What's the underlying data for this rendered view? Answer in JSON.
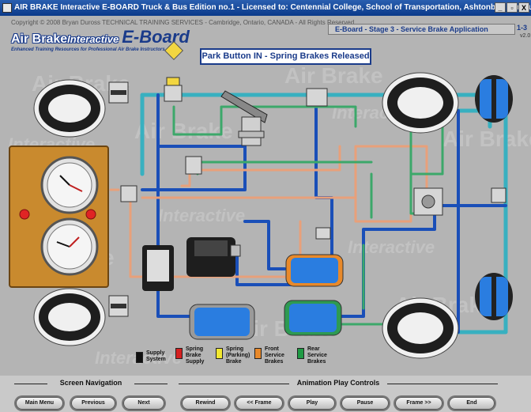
{
  "window": {
    "title": "AIR BRAKE Interactive E-BOARD Truck & Bus Edition no.1 - Licensed to: Centennial College, School of Transportation, Ashtonbee Campus, Toronto, Ontario, CANADA",
    "minimize": "_",
    "restore": "▫",
    "close": "X"
  },
  "header": {
    "copyright": "Copyright © 2008  Bryan Duross TECHNICAL TRAINING SERVICES - Cambridge, Ontario, CANADA - All Rights Reserved",
    "logo_air_brake": "Air Brake",
    "logo_interactive": "Interactive",
    "logo_eboard": "E-Board",
    "logo_tagline": "Enhanced Training Resources for Professional Air Brake Instructors",
    "stage_title": "E-Board - Stage 3 - Service Brake Application",
    "page_number": "1-3",
    "version": "v2.0",
    "status": "Park Button IN - Spring Brakes Released",
    "watermark_air_brake": "Air Brake",
    "watermark_interactive": "Interactive"
  },
  "legend": [
    {
      "label": "Supply\nSystem",
      "color": "#111111"
    },
    {
      "label": "Spring\nBrake\nSupply",
      "color": "#d42020"
    },
    {
      "label": "Spring\n(Parking)\nBrake",
      "color": "#f2e830"
    },
    {
      "label": "Front\nService\nBrakes",
      "color": "#e8892a"
    },
    {
      "label": "Rear\nService\nBrakes",
      "color": "#1f9a44"
    }
  ],
  "navigation": {
    "screen_title": "Screen Navigation",
    "main_menu": "Main Menu",
    "previous": "Previous",
    "next": "Next"
  },
  "animation": {
    "title": "Animation Play Controls",
    "rewind": "Rewind",
    "prev_frame": "<< Frame",
    "play": "Play",
    "pause": "Pause",
    "next_frame": "Frame >>",
    "end": "End"
  },
  "colors": {
    "supply_line": "#1a4fb8",
    "front_service": "#e8a07a",
    "rear_service": "#3ca86a",
    "teal_line": "#38b0c0",
    "reservoir_water": "#2a7de0"
  }
}
